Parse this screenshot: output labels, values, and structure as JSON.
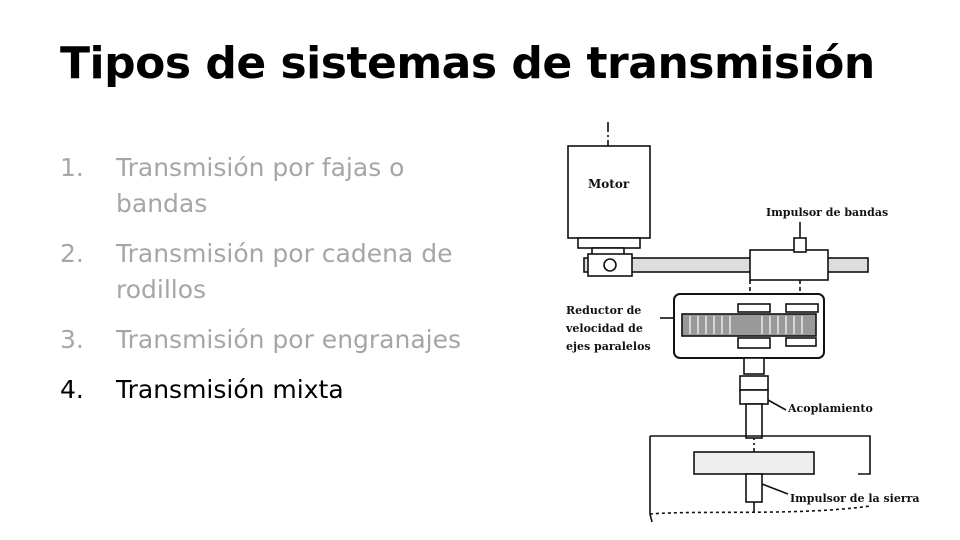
{
  "slide": {
    "title": "Tipos de sistemas de transmisión"
  },
  "list": {
    "items": [
      {
        "number": "1.",
        "text": "Transmisión por fajas o bandas",
        "state": "dim"
      },
      {
        "number": "2.",
        "text": "Transmisión por cadena de rodillos",
        "state": "dim"
      },
      {
        "number": "3.",
        "text": "Transmisión por engranajes",
        "state": "dim"
      },
      {
        "number": "4.",
        "text": "Transmisión mixta",
        "state": "active"
      }
    ]
  },
  "diagram": {
    "motor_label": "Motor",
    "belt_drive_label": "Impulsor de bandas",
    "reducer_label_1": "Reductor de",
    "reducer_label_2": "velocidad de",
    "reducer_label_3": "ejes paralelos",
    "coupling_label": "Acoplamiento",
    "saw_drive_label": "Impulsor de la sierra"
  },
  "colors": {
    "text_active": "#000000",
    "text_dim": "#a6a6a6"
  }
}
